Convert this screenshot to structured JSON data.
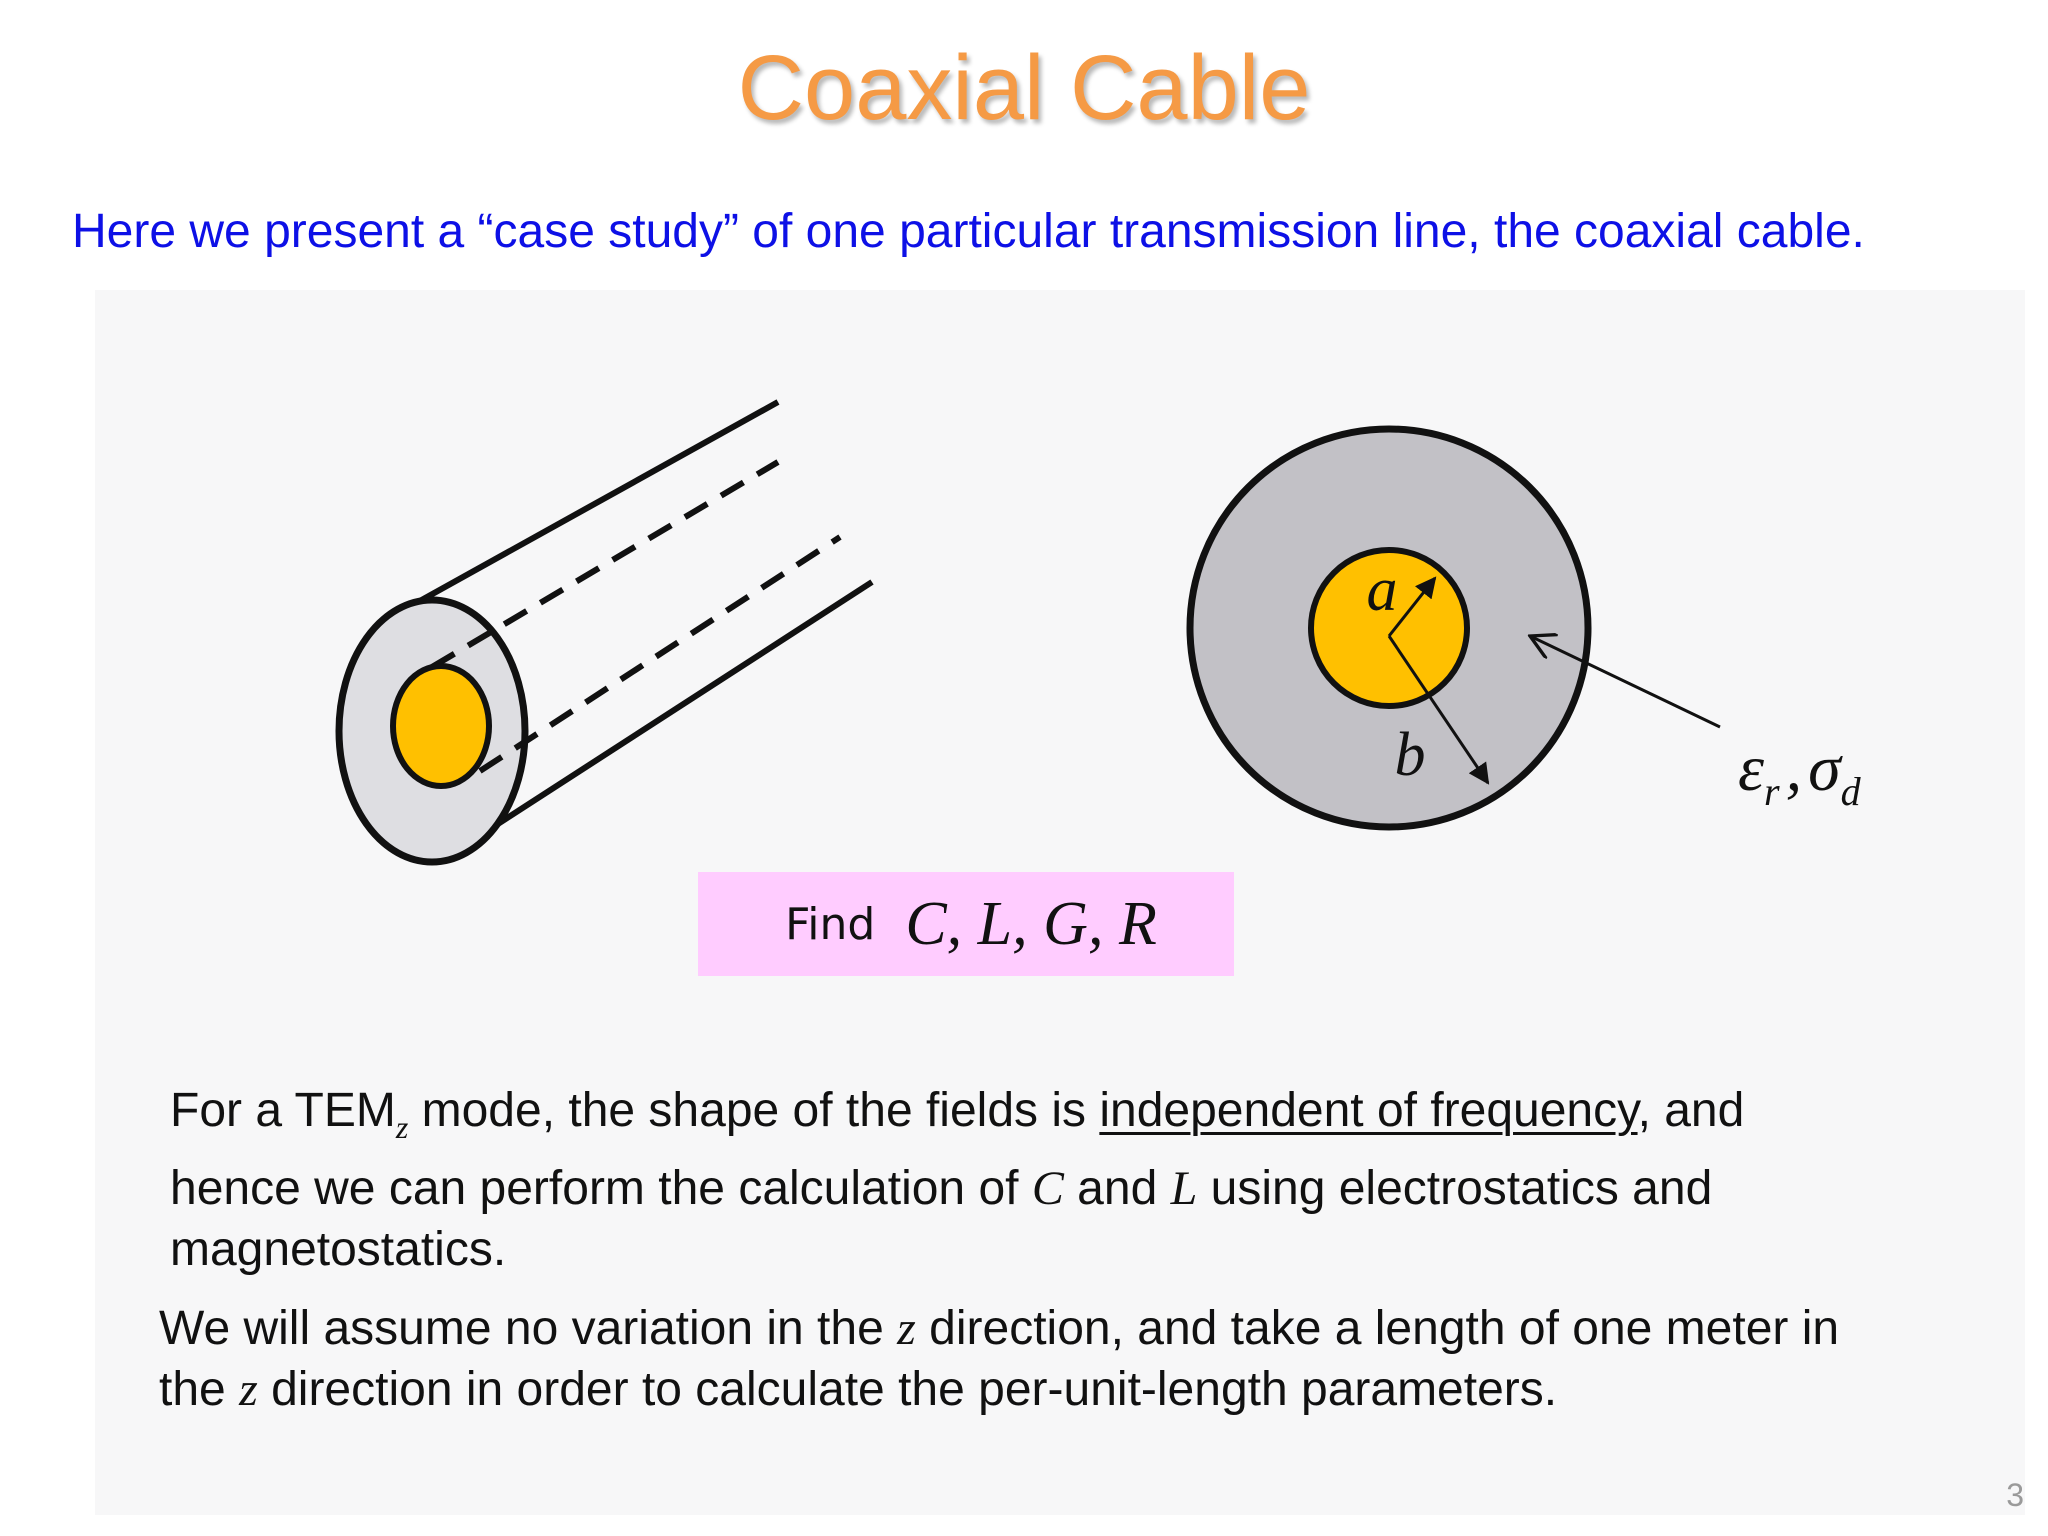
{
  "title": "Coaxial Cable",
  "subtitle": "Here we present a “case study” of one particular transmission line, the coaxial cable.",
  "diagram": {
    "label_a": "a",
    "label_b": "b",
    "material_eps": "ε",
    "material_eps_sub": "r",
    "material_sep": ",",
    "material_sigma": "σ",
    "material_sigma_sub": "d",
    "colors": {
      "inner_conductor": "#ffc000",
      "dielectric_3d": "#dedee2",
      "dielectric_cross": "#c2c1c6",
      "outline": "#111111"
    }
  },
  "find_box": {
    "label": "Find",
    "vars": "C, L, G, R",
    "color": "#ffccff"
  },
  "paragraph1": {
    "t1": "For a TEM",
    "sub": "z",
    "t2": " mode, the shape of  the fields is ",
    "underlined": "independent of frequency",
    "t3": ", and",
    "t4": "hence we can perform the calculation of ",
    "C": "C",
    "t5": " and ",
    "L": "L",
    "t6": " using electrostatics and",
    "t7": "magnetostatics."
  },
  "paragraph2": {
    "t1": "We will assume no variation in the ",
    "z1": "z",
    "t2": " direction, and take a length of one meter in",
    "t3": "the ",
    "z2": "z",
    "t4": " direction in order to calculate the per-unit-length parameters."
  },
  "page_number": "3"
}
